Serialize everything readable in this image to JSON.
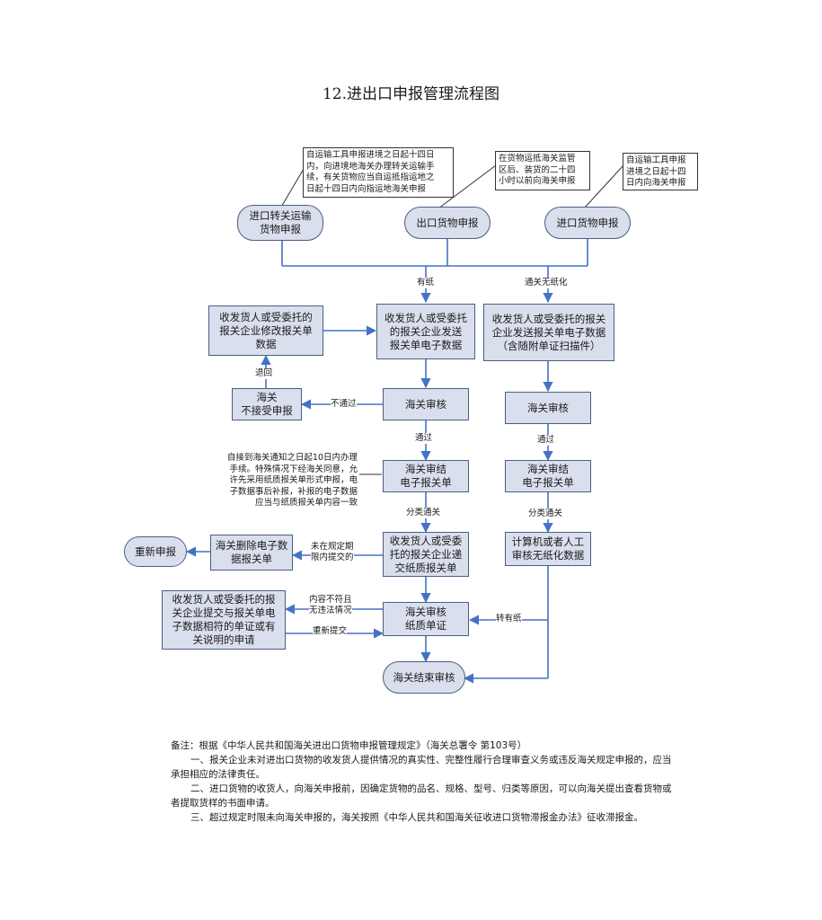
{
  "title": "12.进出口申报管理流程图",
  "notes": {
    "transit": "自运输工具申报进境之日起十四日\n内，向进境地海关办理转关运输手\n续，有关货物应当自运抵指运地之\n日起十四日内向指运地海关申报",
    "export": "在货物运抵海关监管\n区后、装货的二十四\n小时以前向海关申报",
    "import": "自运输工具申报\n进境之日起十四\n日内向海关申报",
    "deadline": "自接到海关通知之日起10日内办理\n手续。特殊情况下经海关同意，允\n许先采用纸质报关单形式申报，电\n子数据事后补报，补报的电子数据\n应当与纸质报关单内容一致"
  },
  "nodes": {
    "transit_declare": "进口转关运输\n货物申报",
    "export_declare": "出口货物申报",
    "import_declare": "进口货物申报",
    "modify_data": "收发货人或受委托的\n报关企业修改报关单\n数据",
    "send_data": "收发货人或受委托\n的报关企业发送\n报关单电子数据",
    "send_data_paperless": "收发货人或受委托的报关\n企业发送报关单电子数据\n（含随附单证扫描件）",
    "reject": "海关\n不接受申报",
    "review": "海关审核",
    "review_paperless": "海关审核",
    "conclude": "海关审结\n电子报关单",
    "conclude_paperless": "海关审结\n电子报关单",
    "redeclare": "重新申报",
    "delete_data": "海关删除电子数\n据报关单",
    "submit_paper": "收发货人或受委\n托的报关企业递\n交纸质报关单",
    "computer_review": "计算机或者人工\n审核无纸化数据",
    "explain": "收发货人或受委托的报\n关企业提交与报关单电\n子数据相符的单证或有\n关说明的申请",
    "paper_review": "海关审核\n纸质单证",
    "end": "海关结束审核"
  },
  "labels": {
    "paper": "有纸",
    "paperless": "通关无纸化",
    "fail": "不通过",
    "returned": "退回",
    "pass1": "通过",
    "pass2": "通过",
    "classify1": "分类通关",
    "classify2": "分类通关",
    "overdue": "未在规定期\n限内提交的",
    "mismatch": "内容不符且\n无违法情况",
    "resubmit": "重新提交",
    "to_paper": "转有纸"
  },
  "remarks": {
    "basis": "备注：根据《中华人民共和国海关进出口货物申报管理规定》（海关总署令 第103号）",
    "item1": "一、报关企业未对进出口货物的收发货人提供情况的真实性、完整性履行合理审查义务或违反海关规定申报的，应当承担相应的法律责任。",
    "item2": "二、进口货物的收货人，向海关申报前，因确定货物的品名、规格、型号、归类等原因，可以向海关提出查看货物或者提取货样的书面申请。",
    "item3": "三、超过规定时限未向海关申报的，海关按照《中华人民共和国海关征收进口货物滞报金办法》征收滞报金。"
  },
  "colors": {
    "node_fill": "#d9dfec",
    "node_border": "#4a5f83",
    "arrow": "#4472c4",
    "leader": "#333333"
  }
}
